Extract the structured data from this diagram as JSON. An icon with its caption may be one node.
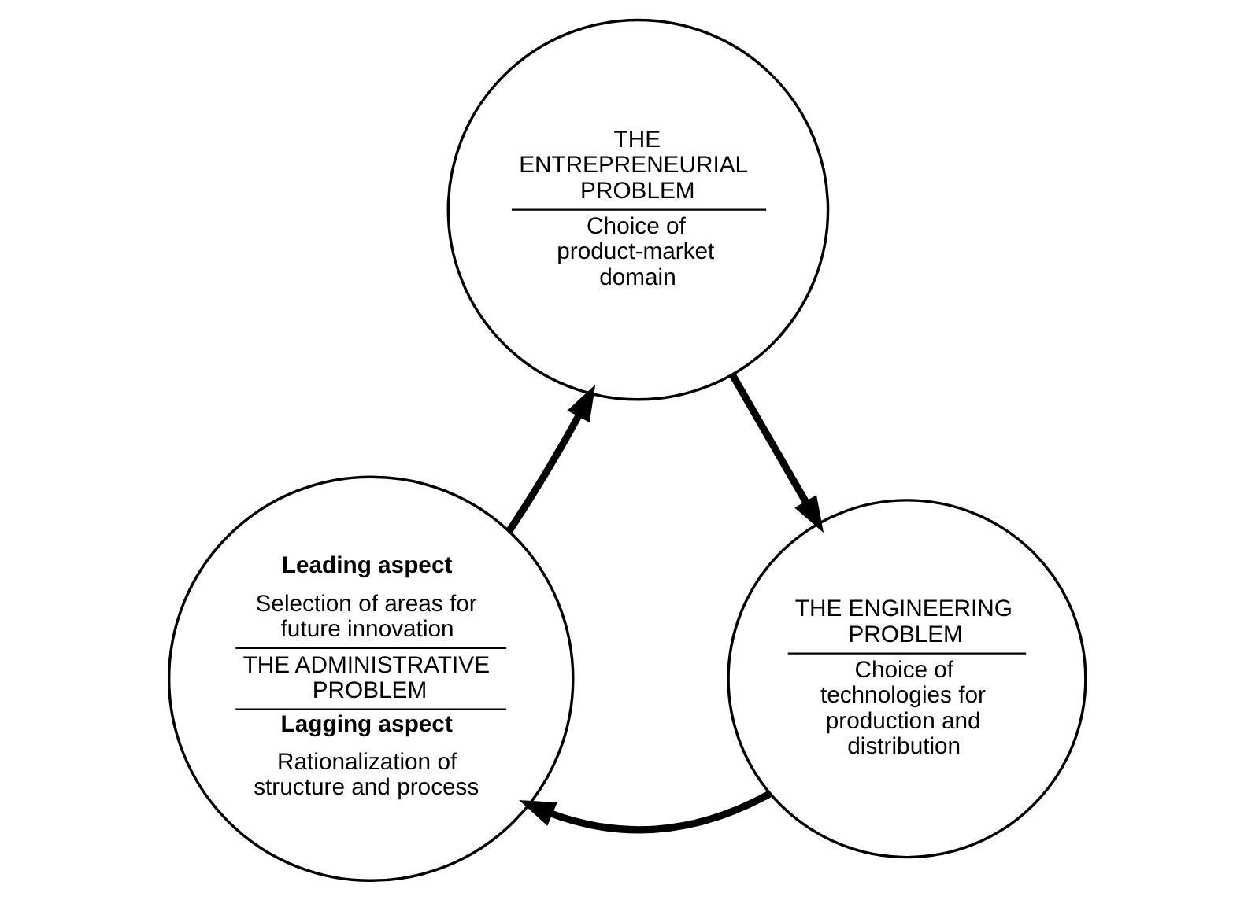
{
  "diagram": {
    "nodes": [
      {
        "text": [
          "THE ENTREPRENEURIAL PROBLEM",
          "Choice of product-market domain"
        ]
      },
      {
        "text": [
          "THE ENGINEERING PROBLEM",
          "Choice of technologies for production and distribution"
        ]
      },
      {
        "text": [
          "Leading aspect",
          "Selection of areas for future innovation",
          "THE ADMINISTRATIVE PROBLEM",
          "Lagging aspect",
          "Rationalization of structure and process"
        ]
      }
    ],
    "edges": [
      {
        "from": 0,
        "to": 1,
        "arrow": "to"
      },
      {
        "from": 1,
        "to": 2,
        "arrow": "to"
      },
      {
        "from": 2,
        "to": 0,
        "arrow": "to"
      }
    ]
  }
}
